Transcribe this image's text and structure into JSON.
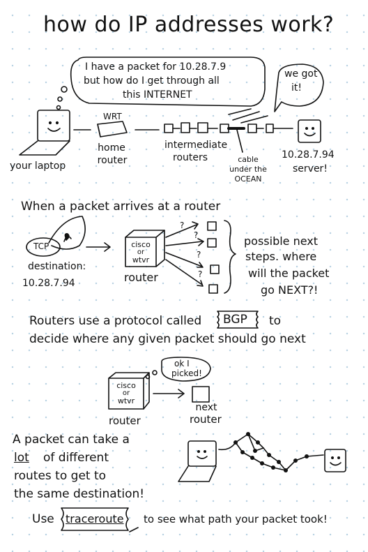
{
  "title": "how do IP addresses work?",
  "bubble_text": [
    "I have a packet for 10.28.7.9",
    "but how do I get through all",
    "this INTERNET"
  ],
  "we_got_it": [
    "we got",
    "it!"
  ],
  "labels": {
    "your_laptop": "your laptop",
    "wrt": "WRT",
    "home_router": [
      "home",
      "router"
    ],
    "intermediate_routers": [
      "intermediate",
      "routers"
    ],
    "cable": [
      "cable",
      "under the",
      "OCEAN"
    ],
    "server": [
      "10.28.7.94",
      "server!"
    ]
  },
  "section2": {
    "heading": "When a packet arrives at a router",
    "tcp": "TCP",
    "destination": [
      "destination:",
      "10.28.7.94"
    ],
    "router_box": [
      "cisco",
      "or",
      "wtvr"
    ],
    "router": "router",
    "question_marks": [
      "?",
      "?",
      "?",
      "?"
    ],
    "possible_next": [
      "possible next",
      "steps. where",
      "will the packet",
      "go NEXT?!"
    ]
  },
  "section3": {
    "line1_prefix": "Routers use a protocol called",
    "bgp": "BGP",
    "line1_suffix": "to",
    "line2": "decide where any given packet should go next",
    "ok_bubble": [
      "ok I",
      "picked!"
    ],
    "router_box": [
      "cisco",
      "or",
      "wtvr"
    ],
    "router": "router",
    "next_router": [
      "next",
      "router"
    ]
  },
  "section4": {
    "lines": [
      "A packet can take a",
      "lot",
      "of different",
      "routes to get to",
      "the same destination!"
    ],
    "use": "Use",
    "traceroute": "traceroute",
    "traceroute_suffix": "to see what path your packet took!"
  }
}
